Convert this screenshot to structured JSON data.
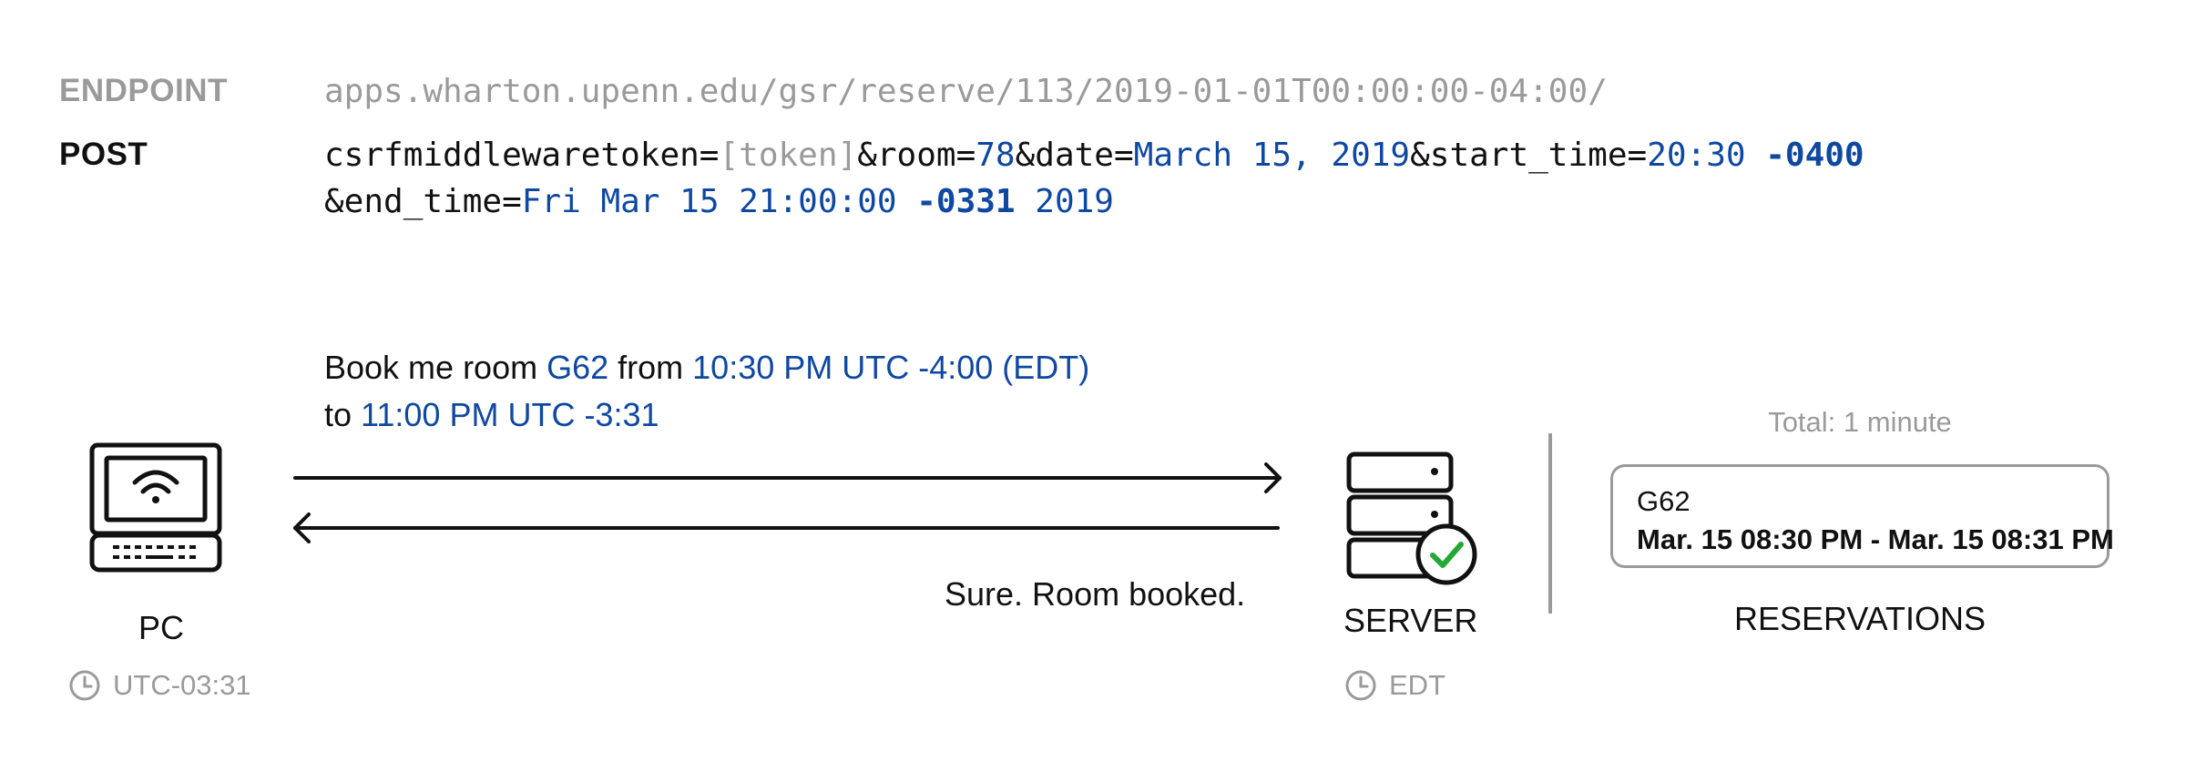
{
  "endpoint": {
    "label": "ENDPOINT",
    "url": "apps.wharton.upenn.edu/gsr/reserve/113/2019-01-01T00:00:00-04:00/"
  },
  "post": {
    "label": "POST",
    "line1": {
      "p1": "csrfmiddlewaretoken=",
      "token": "[token]",
      "p2": "&room=",
      "room": "78",
      "p3": "&date=",
      "date": "March 15, 2019",
      "p4": "&start_time=",
      "start_time": "20:30 ",
      "start_offset": "-0400"
    },
    "line2": {
      "p1": "&end_time=",
      "end_a": "Fri Mar 15 21:00:00 ",
      "end_offset": "-0331",
      "end_b": " 2019"
    }
  },
  "request": {
    "line1": {
      "t1": "Book me room ",
      "room": "G62",
      "t2": " from ",
      "time": "10:30 PM UTC -4:00 (EDT)"
    },
    "line2": {
      "t1": "to ",
      "time": "11:00 PM  UTC -3:31"
    }
  },
  "response": "Sure. Room booked.",
  "pc": {
    "label": "PC",
    "timezone": "UTC-03:31",
    "icon": "laptop-wifi-icon"
  },
  "server": {
    "label": "SERVER",
    "timezone": "EDT",
    "icon": "server-check-icon",
    "check_color": "#22aa33"
  },
  "reservations": {
    "total": "Total: 1 minute",
    "room": "G62",
    "span": "Mar. 15 08:30 PM - Mar. 15 08:31 PM",
    "label": "RESERVATIONS"
  },
  "colors": {
    "accent": "#0f48a1",
    "muted": "#9a9a9a",
    "ink": "#111111"
  }
}
